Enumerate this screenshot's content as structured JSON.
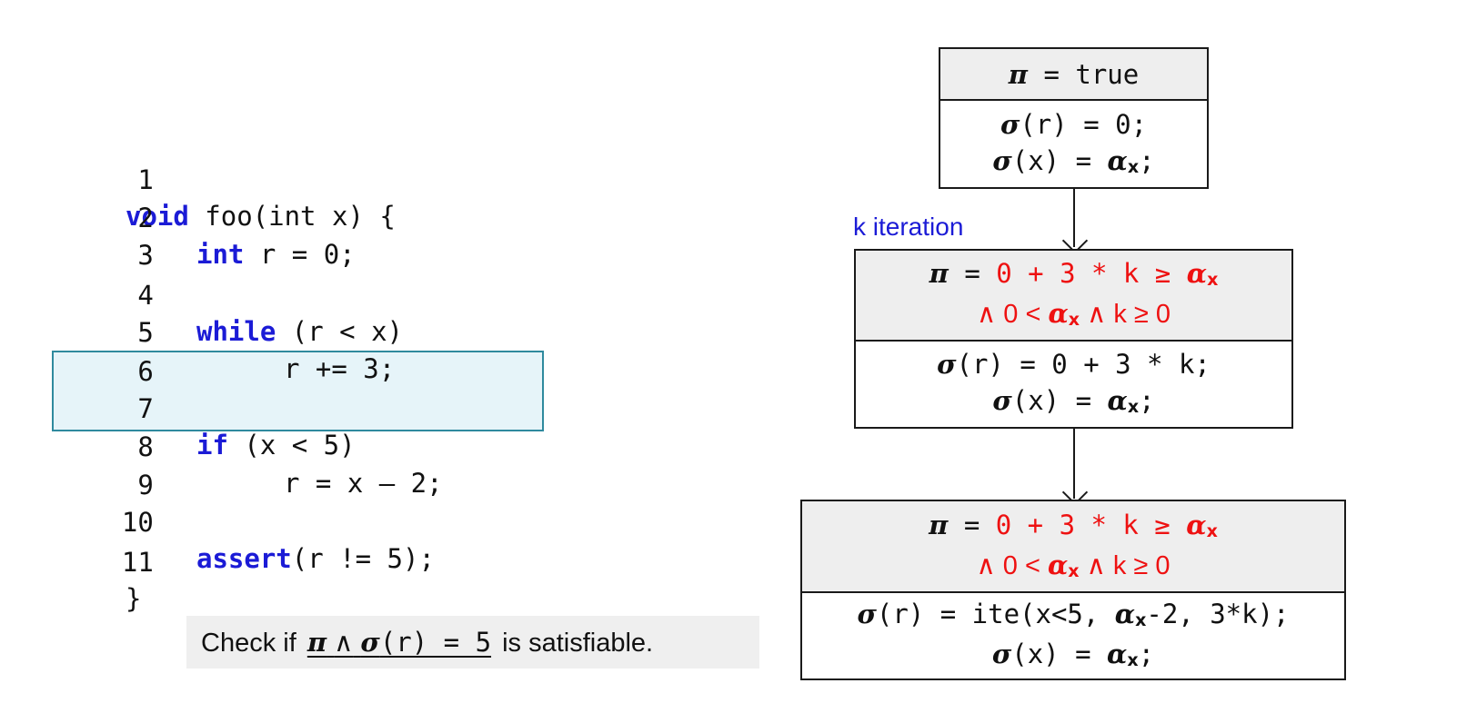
{
  "code": {
    "line_numbers": [
      "1",
      "2",
      "3",
      "4",
      "5",
      "6",
      "7",
      "8",
      "9",
      "10",
      "11"
    ],
    "lines": {
      "l1": {
        "kw": "void",
        "rest": " foo(int x) {"
      },
      "l2": {
        "kw": "int",
        "rest": " r = 0;"
      },
      "l4": {
        "kw": "while",
        "rest": " (r < x)"
      },
      "l5": {
        "rest": "r += 3;"
      },
      "l7": {
        "kw": "if",
        "rest": " (x < 5)"
      },
      "l8": {
        "rest": "r = x – 2;"
      },
      "l10": {
        "kw": "assert",
        "rest": "(r != 5);"
      },
      "l11": {
        "rest": "}"
      }
    },
    "highlighted_lines": [
      "7",
      "8"
    ]
  },
  "note": {
    "prefix": "Check if",
    "formula_and": "∧",
    "formula_sigma_arg": "(r) = 5",
    "suffix": "is satisfiable."
  },
  "symbols": {
    "pi": "π",
    "sigma": "σ",
    "alpha": "α",
    "alpha_sub": "x"
  },
  "states": {
    "s1": {
      "pc": {
        "eq": " = ",
        "value": "true"
      },
      "store": {
        "r_arg": "(r)",
        "r_value": " = 0;",
        "x_arg": "(x)",
        "x_eq": " = ",
        "x_end": ";"
      }
    },
    "iteration_label": "k iteration",
    "s2": {
      "pc": {
        "eq": " = ",
        "expr": "0 + 3 * k ≥ ",
        "line2_a": "∧ 0 < ",
        "line2_b": " ∧ k ≥ 0"
      },
      "store": {
        "r_arg": "(r)",
        "r_value": " = 0 + 3 * k;",
        "x_arg": "(x)",
        "x_eq": " = ",
        "x_end": ";"
      }
    },
    "s3": {
      "pc": {
        "eq": " = ",
        "expr": "0 + 3 * k ≥ ",
        "line2_a": "∧ 0 < ",
        "line2_b": " ∧ k ≥ 0"
      },
      "store": {
        "r_arg": "(r)",
        "r_value_a": " = ite(x<5, ",
        "r_value_b": "-2, 3*k);",
        "x_arg": "(x)",
        "x_eq": " = ",
        "x_end": ";"
      }
    }
  },
  "colors": {
    "keyword": "#1b1bd6",
    "path_condition": "#ee1111",
    "highlight_fill": "#e6f4f9",
    "highlight_border": "#2f8a9e",
    "iteration_label": "#1b1bd6"
  }
}
